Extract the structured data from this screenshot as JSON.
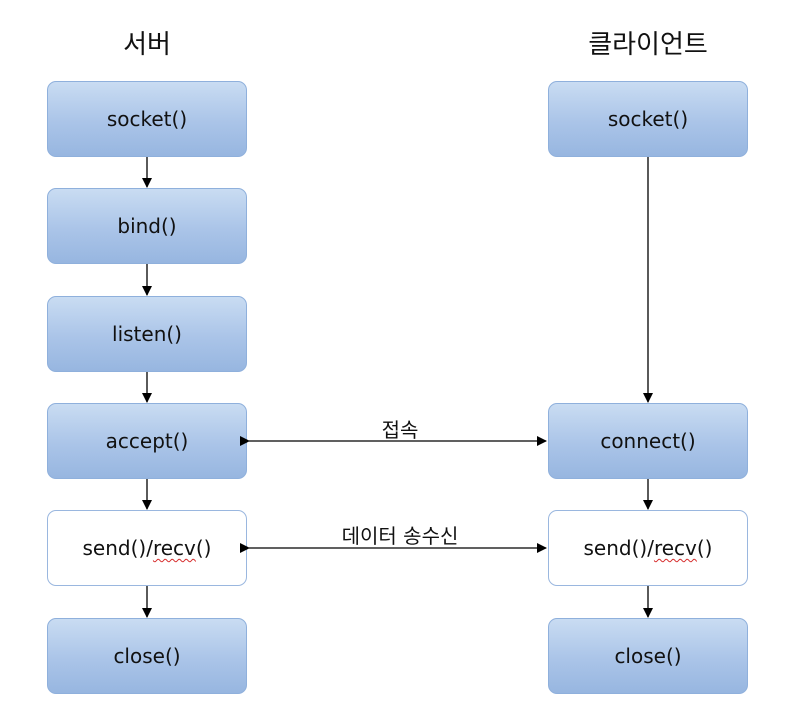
{
  "columns": {
    "server": "서버",
    "client": "클라이언트"
  },
  "server": {
    "socket": "socket()",
    "bind": "bind()",
    "listen": "listen()",
    "accept": "accept()",
    "send": "send()/",
    "recv": "recv",
    "recv_paren": "()",
    "close": "close()"
  },
  "client": {
    "socket": "socket()",
    "connect": "connect()",
    "send": "send()/",
    "recv": "recv",
    "recv_paren": "()",
    "close": "close()"
  },
  "edges": {
    "connect_label": "접속",
    "data_label": "데이터 송수신"
  }
}
